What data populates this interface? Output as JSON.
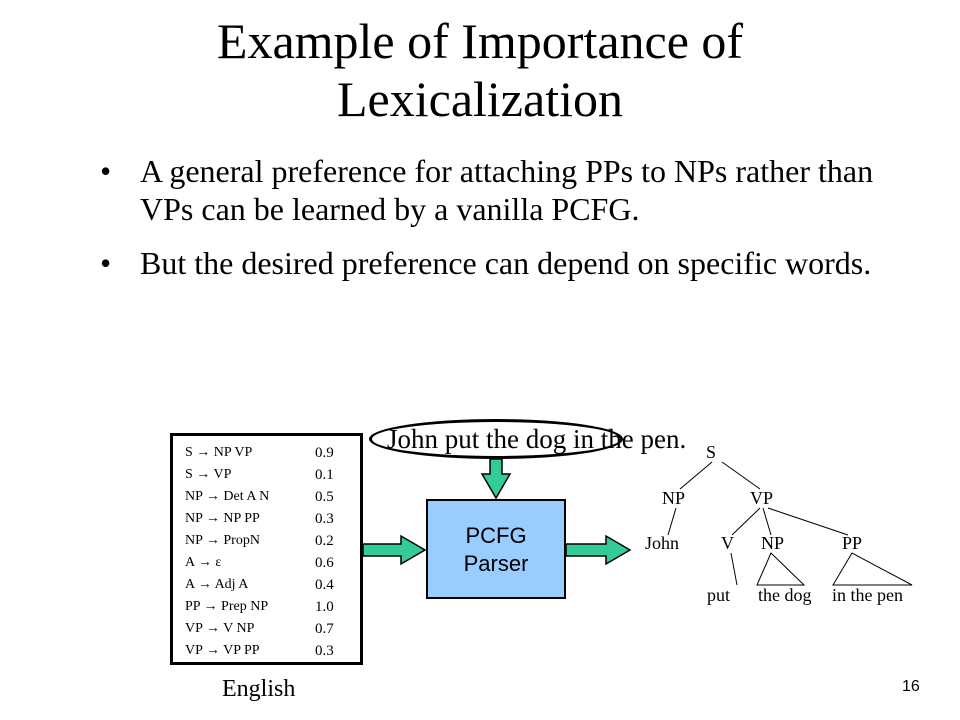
{
  "slide": {
    "title_line1": "Example of Importance of",
    "title_line2": "Lexicalization",
    "bullet_char": "•",
    "bullets": [
      {
        "text": "A general preference for attaching PPs to NPs rather than VPs can be learned by a vanilla PCFG."
      },
      {
        "text": "But the desired preference can depend on specific words."
      }
    ],
    "page_number": "16"
  },
  "grammar": {
    "caption": "English",
    "rules": [
      {
        "rule": "S → NP VP",
        "prob": "0.9"
      },
      {
        "rule": "S → VP",
        "prob": "0.1"
      },
      {
        "rule": "NP → Det A N",
        "prob": "0.5"
      },
      {
        "rule": "NP → NP PP",
        "prob": "0.3"
      },
      {
        "rule": "NP → PropN",
        "prob": "0.2"
      },
      {
        "rule": "A → ε",
        "prob": "0.6"
      },
      {
        "rule": "A → Adj A",
        "prob": "0.4"
      },
      {
        "rule": "PP → Prep NP",
        "prob": "1.0"
      },
      {
        "rule": "VP → V NP",
        "prob": "0.7"
      },
      {
        "rule": "VP → VP PP",
        "prob": "0.3"
      }
    ]
  },
  "input_sentence": "John put the dog in the pen.",
  "parser": {
    "line1": "PCFG",
    "line2": "Parser"
  },
  "tree": {
    "S": "S",
    "NP": "NP",
    "VP": "VP",
    "John": "John",
    "V": "V",
    "NP2": "NP",
    "PP": "PP",
    "put": "put",
    "the_dog": "the dog",
    "in_the_pen": "in the pen"
  },
  "colors": {
    "arrow_fill": "#33cc99",
    "parser_fill": "#99ccff"
  }
}
